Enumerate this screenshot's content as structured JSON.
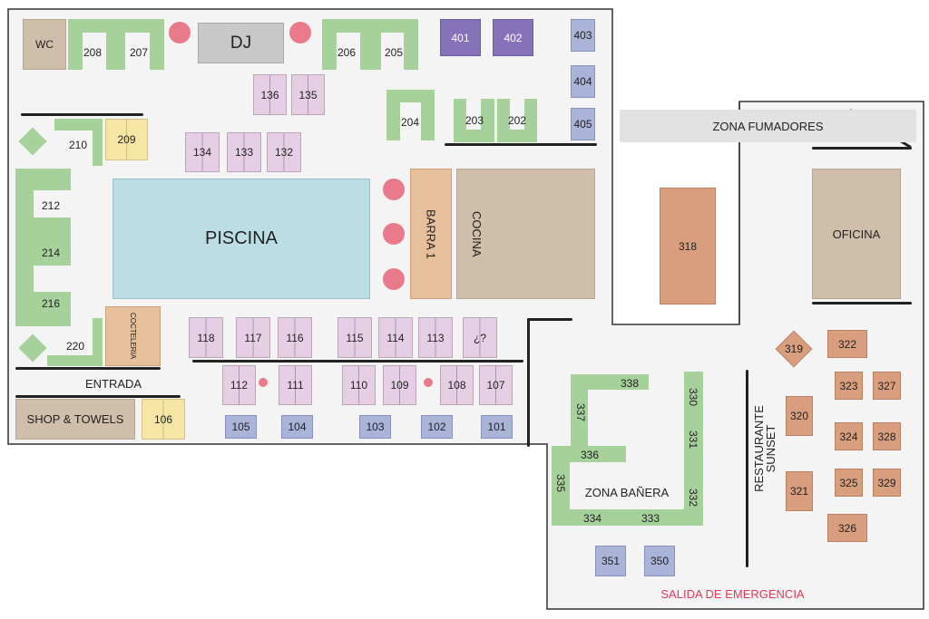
{
  "areas": {
    "wc": "WC",
    "dj": "DJ",
    "piscina": "PISCINA",
    "barra": "BARRA 1",
    "cocina": "COCINA",
    "cocteleria": "COCTELERIA",
    "entrada": "ENTRADA",
    "shop": "SHOP & TOWELS",
    "zona_fumadores": "ZONA FUMADORES",
    "oficina": "OFICINA",
    "restaurante": "RESTAURANTE SUNSET",
    "zona_banera": "ZONA BAÑERA",
    "salida": "SALIDA DE EMERGENCIA"
  },
  "tables": {
    "t101": "101",
    "t102": "102",
    "t103": "103",
    "t104": "104",
    "t105": "105",
    "t106": "106",
    "t107": "107",
    "t108": "108",
    "t109": "109",
    "t110": "110",
    "t111": "111",
    "t112": "112",
    "t113": "113",
    "t114": "114",
    "t115": "115",
    "t116": "116",
    "t117": "117",
    "t118": "118",
    "tq": "¿?",
    "t132": "132",
    "t133": "133",
    "t134": "134",
    "t135": "135",
    "t136": "136",
    "t202": "202",
    "t203": "203",
    "t204": "204",
    "t205": "205",
    "t206": "206",
    "t207": "207",
    "t208": "208",
    "t209": "209",
    "t210": "210",
    "t212": "212",
    "t214": "214",
    "t216": "216",
    "t220": "220",
    "t318": "318",
    "t319": "319",
    "t320": "320",
    "t321": "321",
    "t322": "322",
    "t323": "323",
    "t324": "324",
    "t325": "325",
    "t326": "326",
    "t327": "327",
    "t328": "328",
    "t329": "329",
    "t330": "330",
    "t331": "331",
    "t332": "332",
    "t333": "333",
    "t334": "334",
    "t335": "335",
    "t336": "336",
    "t337": "337",
    "t338": "338",
    "t350": "350",
    "t351": "351",
    "t401": "401",
    "t402": "402",
    "t403": "403",
    "t404": "404",
    "t405": "405"
  },
  "colors": {
    "pool": "#bcdde3",
    "lounge_green": "#a6d19a",
    "table_pink": "#e6cfe4",
    "table_blue": "#aab3d8",
    "table_purple": "#8672b8",
    "table_yellow": "#f5e6a6",
    "table_orange": "#d99e7e",
    "room_beige": "#cfbfaa",
    "bar_orange": "#e6c09a",
    "accent_red": "#e97a8a",
    "emergency_text": "#e23b5a"
  }
}
